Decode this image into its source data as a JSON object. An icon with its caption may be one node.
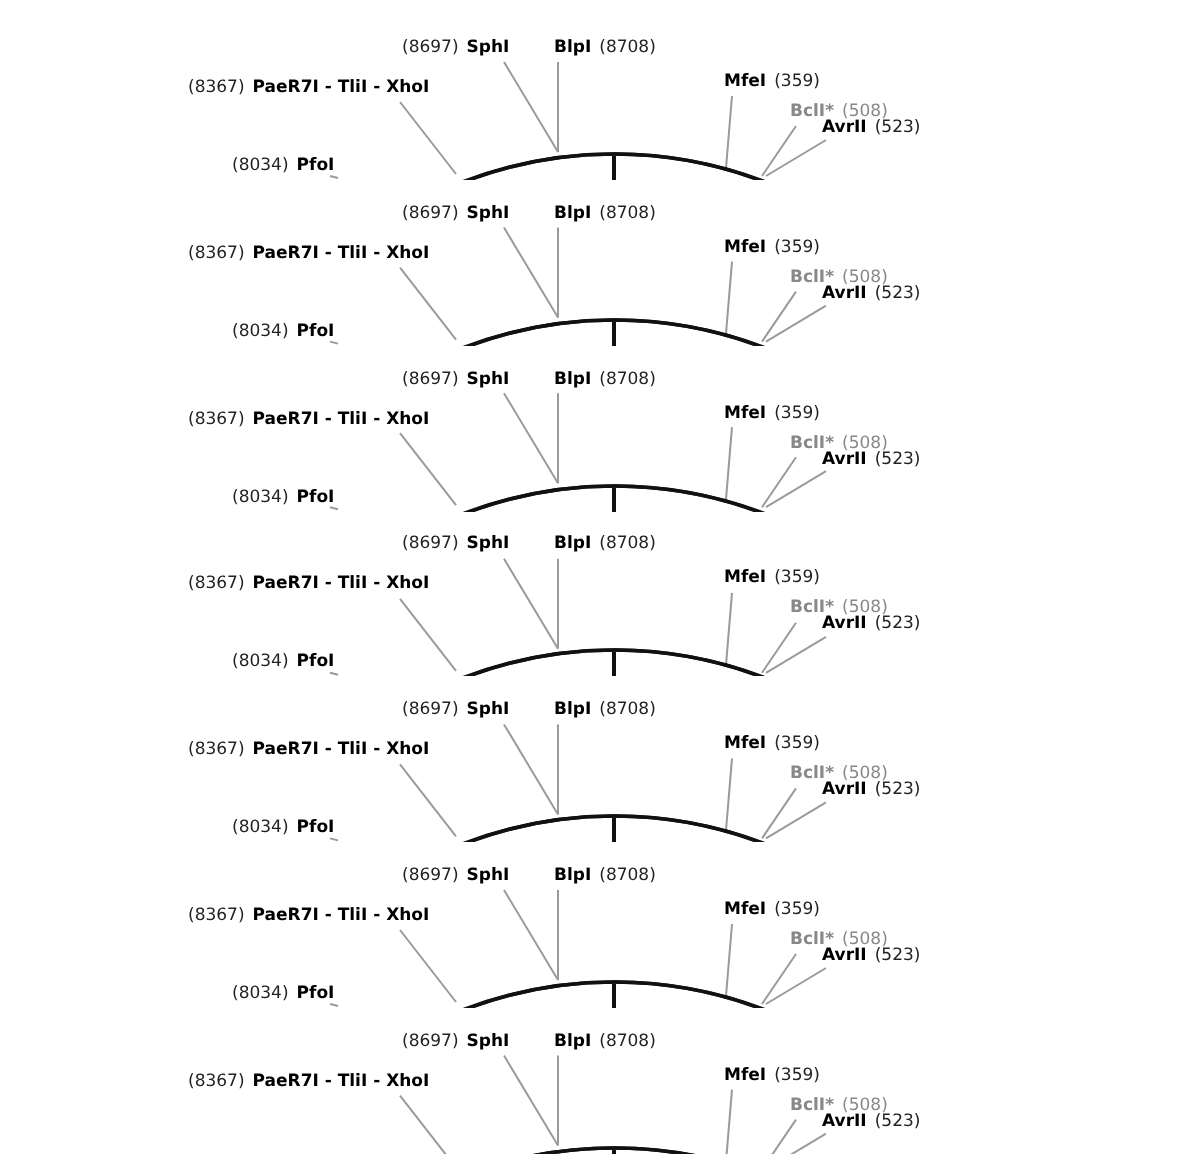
{
  "diagram": {
    "nodes": [
      {
        "text": [],
        "shape": "circle"
      },
      {
        "text": [
          "(8697)",
          "SphI"
        ]
      },
      {
        "text": [
          "BlpI",
          "(8708)"
        ]
      },
      {
        "text": [
          "(8367)",
          "PaeR7I - TliI - XhoI"
        ]
      },
      {
        "text": [
          "MfeI",
          "(359)"
        ]
      },
      {
        "text": [
          "BclI*",
          "(508)"
        ]
      },
      {
        "text": [
          "AvrII",
          "(523)"
        ]
      },
      {
        "text": [
          "(8034)",
          "PfoI"
        ]
      },
      {
        "text": [],
        "shape": "circle"
      },
      {
        "text": [
          "(8697)",
          "SphI"
        ]
      },
      {
        "text": [
          "BlpI",
          "(8708)"
        ]
      },
      {
        "text": [
          "(8367)",
          "PaeR7I - TliI - XhoI"
        ]
      },
      {
        "text": [
          "MfeI",
          "(359)"
        ]
      },
      {
        "text": [
          "BclI*",
          "(508)"
        ]
      },
      {
        "text": [
          "AvrII",
          "(523)"
        ]
      },
      {
        "text": [
          "(8034)",
          "PfoI"
        ]
      },
      {
        "text": [],
        "shape": "circle"
      },
      {
        "text": [
          "(8697)",
          "SphI"
        ]
      },
      {
        "text": [
          "BlpI",
          "(8708)"
        ]
      },
      {
        "text": [
          "(8367)",
          "PaeR7I - TliI - XhoI"
        ]
      },
      {
        "text": [
          "MfeI",
          "(359)"
        ]
      },
      {
        "text": [
          "BclI*",
          "(508)"
        ]
      },
      {
        "text": [
          "AvrII",
          "(523)"
        ]
      },
      {
        "text": [
          "(8034)",
          "PfoI"
        ]
      },
      {
        "text": [],
        "shape": "circle"
      },
      {
        "text": [
          "(8697)",
          "SphI"
        ]
      },
      {
        "text": [
          "BlpI",
          "(8708)"
        ]
      },
      {
        "text": [
          "(8367)",
          "PaeR7I - TliI - XhoI"
        ]
      },
      {
        "text": [
          "MfeI",
          "(359)"
        ]
      },
      {
        "text": [
          "BclI*",
          "(508)"
        ]
      },
      {
        "text": [
          "AvrII",
          "(523)"
        ]
      },
      {
        "text": [
          "(8034)",
          "PfoI"
        ]
      },
      {
        "text": [],
        "shape": "circle"
      },
      {
        "text": [
          "(8697)",
          "SphI"
        ]
      },
      {
        "text": [
          "BlpI",
          "(8708)"
        ]
      },
      {
        "text": [
          "(8367)",
          "PaeR7I - TliI - XhoI"
        ]
      },
      {
        "text": [
          "MfeI",
          "(359)"
        ]
      },
      {
        "text": [
          "BclI*",
          "(508)"
        ]
      },
      {
        "text": [
          "AvrII",
          "(523)"
        ]
      },
      {
        "text": [
          "(8034)",
          "PfoI"
        ]
      },
      {
        "text": [],
        "shape": "circle"
      },
      {
        "text": [
          "(8697)",
          "SphI"
        ]
      },
      {
        "text": [
          "BlpI",
          "(8708)"
        ]
      },
      {
        "text": [
          "(8367)",
          "PaeR7I - TliI - XhoI"
        ]
      },
      {
        "text": [
          "MfeI",
          "(359)"
        ]
      },
      {
        "text": [
          "BclI*",
          "(508)"
        ]
      },
      {
        "text": [
          "AvrII",
          "(523)"
        ]
      },
      {
        "text": [
          "(8034)",
          "PfoI"
        ]
      },
      {
        "text": [],
        "shape": "circle"
      },
      {
        "text": [
          "(8697)",
          "SphI"
        ]
      },
      {
        "text": [
          "BlpI",
          "(8708)"
        ]
      },
      {
        "text": [
          "(8367)",
          "PaeR7I - TliI - XhoI"
        ]
      },
      {
        "text": [
          "MfeI",
          "(359)"
        ]
      },
      {
        "text": [
          "BclI*",
          "(508)"
        ]
      },
      {
        "text": [
          "AvrII",
          "(523)"
        ]
      }
    ],
    "edges": [
      {
        "from": 1,
        "to": 0,
        "arrow": "none"
      },
      {
        "from": 2,
        "to": 0,
        "arrow": "none"
      },
      {
        "from": 3,
        "to": 0,
        "arrow": "none"
      },
      {
        "from": 4,
        "to": 0,
        "arrow": "none"
      },
      {
        "from": 5,
        "to": 0,
        "arrow": "none"
      },
      {
        "from": 6,
        "to": 0,
        "arrow": "none"
      },
      {
        "from": 7,
        "to": null,
        "arrow": "none"
      },
      {
        "from": 9,
        "to": 8,
        "arrow": "none"
      },
      {
        "from": 10,
        "to": 8,
        "arrow": "none"
      },
      {
        "from": 11,
        "to": 8,
        "arrow": "none"
      },
      {
        "from": 12,
        "to": 8,
        "arrow": "none"
      },
      {
        "from": 13,
        "to": 8,
        "arrow": "none"
      },
      {
        "from": 14,
        "to": 8,
        "arrow": "none"
      },
      {
        "from": 15,
        "to": null,
        "arrow": "none"
      },
      {
        "from": 17,
        "to": 16,
        "arrow": "none"
      },
      {
        "from": 18,
        "to": 16,
        "arrow": "none"
      },
      {
        "from": 19,
        "to": 16,
        "arrow": "none"
      },
      {
        "from": 20,
        "to": 16,
        "arrow": "none"
      },
      {
        "from": 21,
        "to": 16,
        "arrow": "none"
      },
      {
        "from": 22,
        "to": 16,
        "arrow": "none"
      },
      {
        "from": 23,
        "to": null,
        "arrow": "none"
      },
      {
        "from": 25,
        "to": 24,
        "arrow": "none"
      },
      {
        "from": 26,
        "to": 24,
        "arrow": "none"
      },
      {
        "from": 27,
        "to": 24,
        "arrow": "none"
      },
      {
        "from": 28,
        "to": 24,
        "arrow": "none"
      },
      {
        "from": 29,
        "to": 24,
        "arrow": "none"
      },
      {
        "from": 30,
        "to": 24,
        "arrow": "none"
      },
      {
        "from": 31,
        "to": null,
        "arrow": "none"
      },
      {
        "from": 33,
        "to": 32,
        "arrow": "none"
      },
      {
        "from": 34,
        "to": 32,
        "arrow": "none"
      },
      {
        "from": 35,
        "to": 32,
        "arrow": "none"
      },
      {
        "from": 36,
        "to": 32,
        "arrow": "none"
      },
      {
        "from": 37,
        "to": 32,
        "arrow": "none"
      },
      {
        "from": 38,
        "to": 32,
        "arrow": "none"
      },
      {
        "from": 39,
        "to": null,
        "arrow": "none"
      },
      {
        "from": 41,
        "to": 40,
        "arrow": "none"
      },
      {
        "from": 42,
        "to": 40,
        "arrow": "none"
      },
      {
        "from": 43,
        "to": 40,
        "arrow": "none"
      },
      {
        "from": 44,
        "to": 40,
        "arrow": "none"
      },
      {
        "from": 45,
        "to": 40,
        "arrow": "none"
      },
      {
        "from": 46,
        "to": 40,
        "arrow": "none"
      },
      {
        "from": 47,
        "to": null,
        "arrow": "none"
      },
      {
        "from": 49,
        "to": 48,
        "arrow": "none"
      },
      {
        "from": 50,
        "to": 48,
        "arrow": "none"
      },
      {
        "from": 51,
        "to": 48,
        "arrow": "none"
      },
      {
        "from": 52,
        "to": 48,
        "arrow": "none"
      },
      {
        "from": 53,
        "to": 48,
        "arrow": "none"
      },
      {
        "from": 54,
        "to": 48,
        "arrow": "none"
      }
    ]
  }
}
